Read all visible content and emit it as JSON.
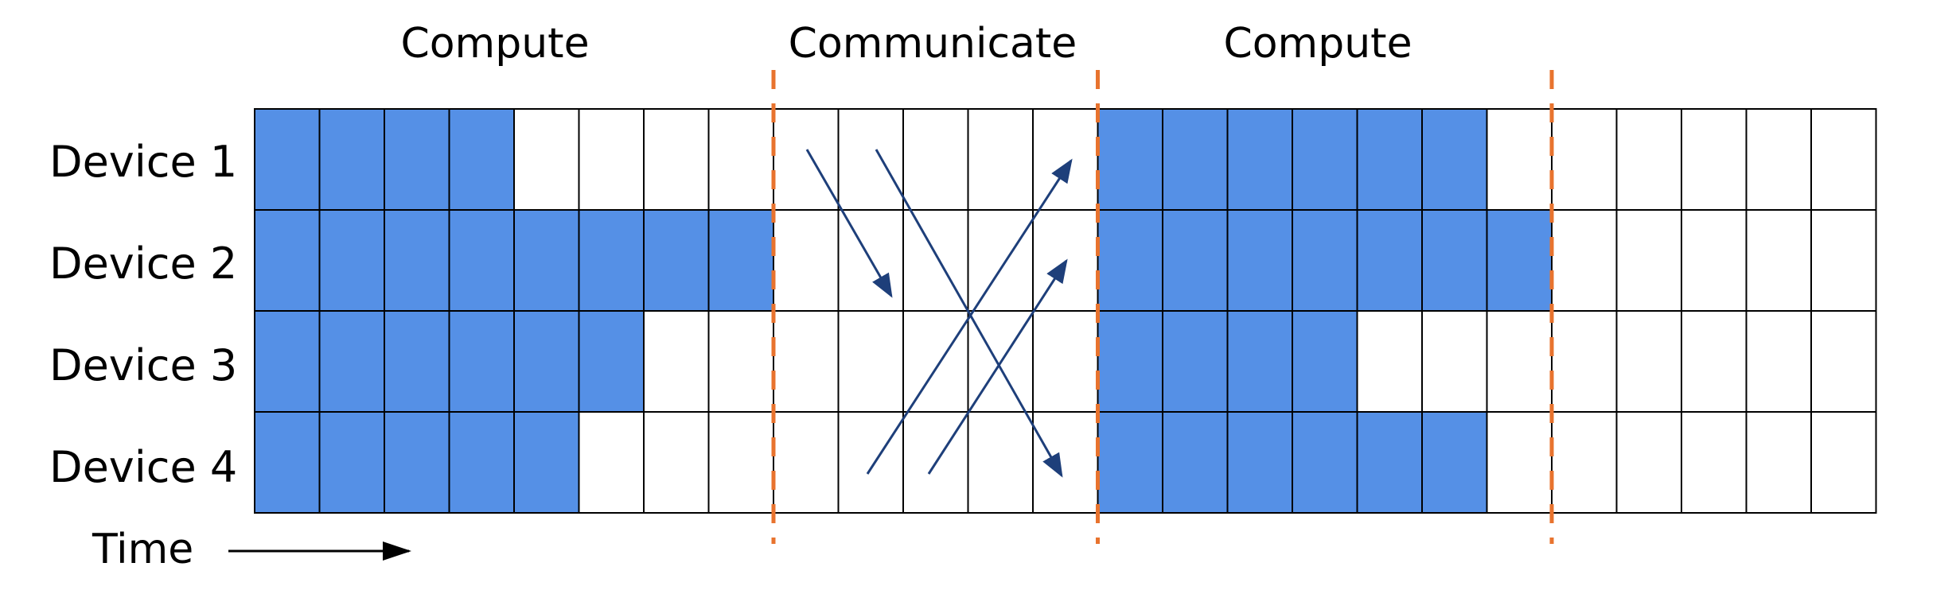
{
  "colors": {
    "filled": "#5590e6",
    "empty": "#ffffff",
    "gridline": "#000000",
    "divider": "#e8732e",
    "arrow": "#1e3f7a"
  },
  "phases": [
    {
      "label": "Compute"
    },
    {
      "label": "Communicate"
    },
    {
      "label": "Compute"
    }
  ],
  "devices": [
    {
      "label": "Device 1"
    },
    {
      "label": "Device 2"
    },
    {
      "label": "Device 3"
    },
    {
      "label": "Device 4"
    }
  ],
  "time_axis": {
    "label": "Time"
  },
  "grid": {
    "columns": 25,
    "phase_boundaries_after_column": [
      8,
      13,
      20
    ],
    "filled_cells": [
      [
        1,
        1,
        1,
        1,
        0,
        0,
        0,
        0,
        0,
        0,
        0,
        0,
        0,
        1,
        1,
        1,
        1,
        1,
        1,
        0,
        0,
        0,
        0,
        0,
        0
      ],
      [
        1,
        1,
        1,
        1,
        1,
        1,
        1,
        1,
        0,
        0,
        0,
        0,
        0,
        1,
        1,
        1,
        1,
        1,
        1,
        1,
        0,
        0,
        0,
        0,
        0
      ],
      [
        1,
        1,
        1,
        1,
        1,
        1,
        0,
        0,
        0,
        0,
        0,
        0,
        0,
        1,
        1,
        1,
        1,
        0,
        0,
        0,
        0,
        0,
        0,
        0,
        0
      ],
      [
        1,
        1,
        1,
        1,
        1,
        0,
        0,
        0,
        0,
        0,
        0,
        0,
        0,
        1,
        1,
        1,
        1,
        1,
        1,
        0,
        0,
        0,
        0,
        0,
        0
      ]
    ]
  },
  "transfers": [
    {
      "from_device": "Device 1",
      "to_device": "Device 2"
    },
    {
      "from_device": "Device 1",
      "to_device": "Device 4"
    },
    {
      "from_device": "Device 4",
      "to_device": "Device 1"
    },
    {
      "from_device": "Device 4",
      "to_device": "Device 2"
    }
  ]
}
